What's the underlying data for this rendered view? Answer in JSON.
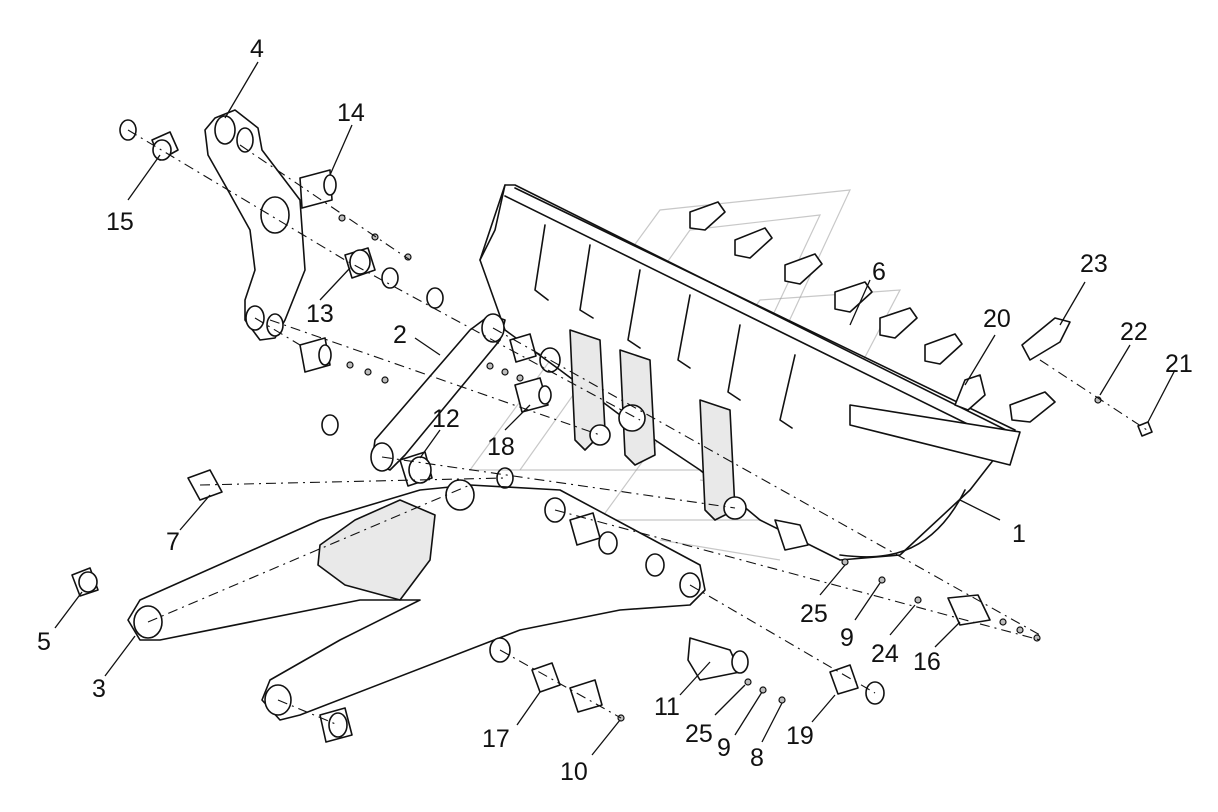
{
  "diagram": {
    "callouts": [
      {
        "id": "c1",
        "label": "1"
      },
      {
        "id": "c2",
        "label": "2"
      },
      {
        "id": "c3",
        "label": "3"
      },
      {
        "id": "c4",
        "label": "4"
      },
      {
        "id": "c5",
        "label": "5"
      },
      {
        "id": "c6",
        "label": "6"
      },
      {
        "id": "c7",
        "label": "7"
      },
      {
        "id": "c8",
        "label": "8"
      },
      {
        "id": "c9a",
        "label": "9"
      },
      {
        "id": "c9b",
        "label": "9"
      },
      {
        "id": "c10",
        "label": "10"
      },
      {
        "id": "c11",
        "label": "11"
      },
      {
        "id": "c12",
        "label": "12"
      },
      {
        "id": "c13",
        "label": "13"
      },
      {
        "id": "c14",
        "label": "14"
      },
      {
        "id": "c15",
        "label": "15"
      },
      {
        "id": "c16",
        "label": "16"
      },
      {
        "id": "c17",
        "label": "17"
      },
      {
        "id": "c18",
        "label": "18"
      },
      {
        "id": "c19",
        "label": "19"
      },
      {
        "id": "c20",
        "label": "20"
      },
      {
        "id": "c21",
        "label": "21"
      },
      {
        "id": "c22",
        "label": "22"
      },
      {
        "id": "c23",
        "label": "23"
      },
      {
        "id": "c24",
        "label": "24"
      },
      {
        "id": "c25a",
        "label": "25"
      },
      {
        "id": "c25b",
        "label": "25"
      }
    ]
  }
}
